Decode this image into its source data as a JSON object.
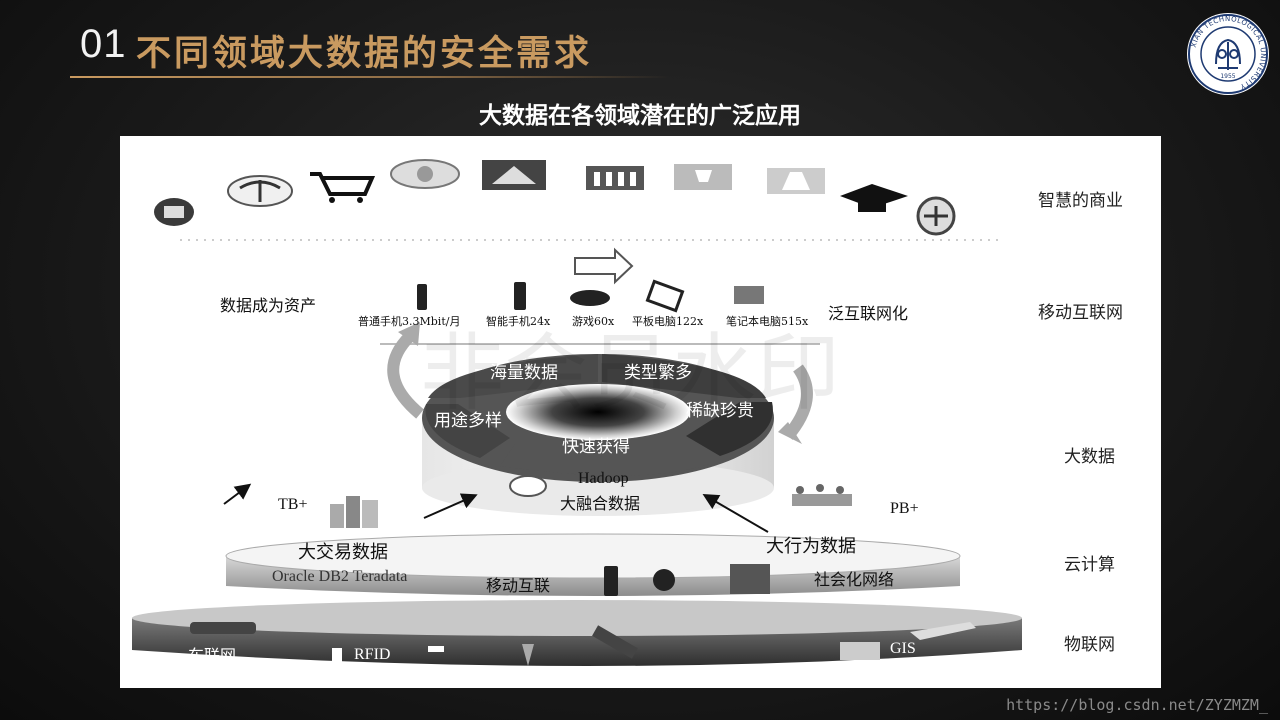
{
  "header": {
    "slide_number": "01",
    "title": "不同领域大数据的安全需求"
  },
  "logo": {
    "text": "XIAN TECHNOLOGICAL UNIVERSITY",
    "year": "1955"
  },
  "subtitle": "大数据在各领域潜在的广泛应用",
  "diagram": {
    "layers": {
      "smart_business": "智慧的商业",
      "mobile_internet": "移动互联网",
      "big_data": "大数据",
      "cloud": "云计算",
      "iot": "物联网"
    },
    "left_label": "数据成为资产",
    "right_label": "泛互联网化",
    "devices": [
      {
        "label": "普通手机3.3Mbit/月"
      },
      {
        "label": "智能手机24x"
      },
      {
        "label": "游戏60x"
      },
      {
        "label": "平板电脑122x"
      },
      {
        "label": "笔记本电脑515x"
      }
    ],
    "ring_segments": {
      "top_left": "海量数据",
      "top_right": "类型繁多",
      "right": "稀缺珍贵",
      "bottom": "快速获得",
      "left": "用途多样"
    },
    "hadoop": "Hadoop",
    "fusion": "大融合数据",
    "tb": "TB+",
    "pb": "PB+",
    "transaction": "大交易数据",
    "behavior": "大行为数据",
    "databases": "Oracle DB2 Teradata",
    "mobile_link": "移动互联",
    "social": "社会化网络",
    "car_network": "车联网",
    "rfid": "RFID",
    "gis": "GIS",
    "image_watermark": "非会员水印"
  },
  "footer": {
    "watermark": "https://blog.csdn.net/ZYZMZM_"
  }
}
